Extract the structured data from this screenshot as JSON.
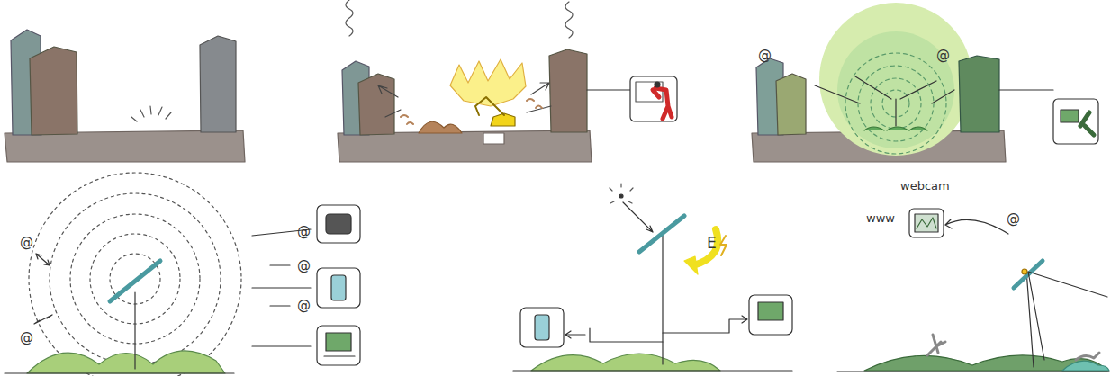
{
  "diagram": {
    "labels": [
      "@",
      "@",
      "@",
      "@",
      "@",
      "@",
      "@",
      "E",
      "webcam",
      "www",
      "@"
    ]
  }
}
